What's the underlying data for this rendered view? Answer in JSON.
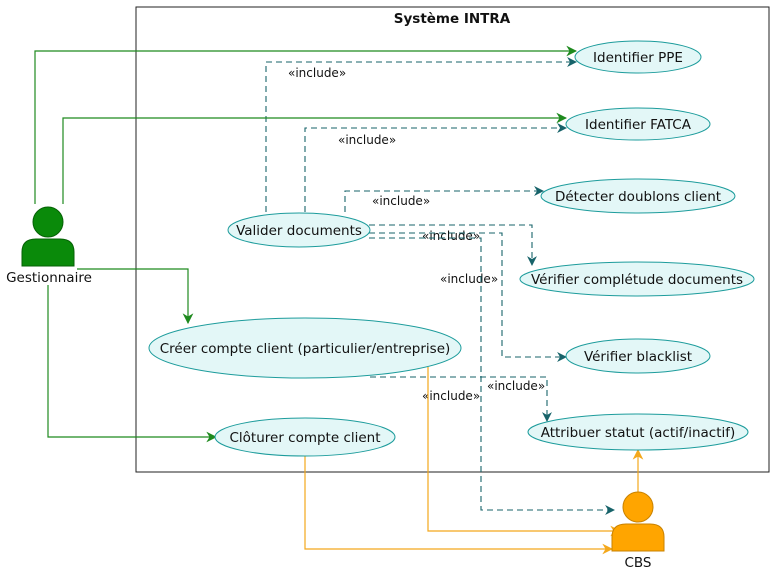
{
  "system": {
    "title": "Système INTRA"
  },
  "actors": {
    "gestionnaire": {
      "label": "Gestionnaire",
      "color": "#0a8a0a"
    },
    "cbs": {
      "label": "CBS",
      "color": "#ffa500"
    }
  },
  "use_cases": {
    "identifier_ppe": "Identifier PPE",
    "identifier_fatca": "Identifier FATCA",
    "detecter_doublons": "Détecter doublons client",
    "valider_documents": "Valider documents",
    "verifier_completude": "Vérifier complétude documents",
    "creer_compte": "Créer compte client (particulier/entreprise)",
    "verifier_blacklist": "Vérifier blacklist",
    "cloturer_compte": "Clôturer compte client",
    "attribuer_statut": "Attribuer statut (actif/inactif)"
  },
  "include_label": "«include»"
}
